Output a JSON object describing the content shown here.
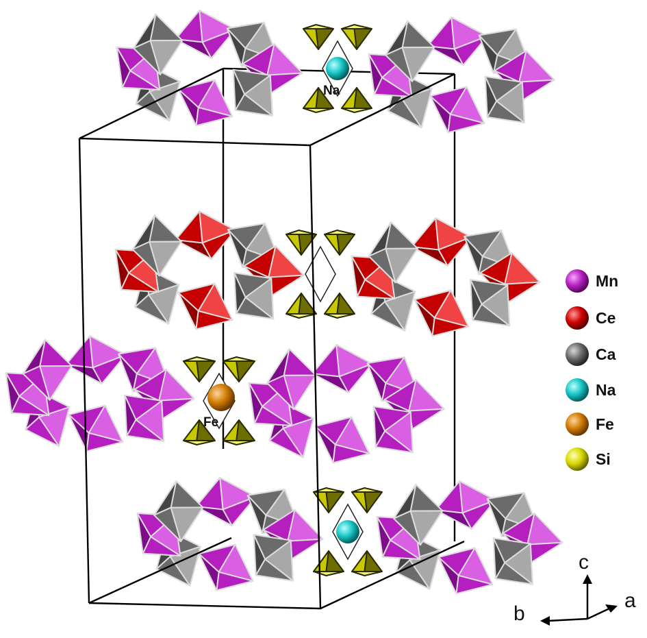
{
  "legend": [
    {
      "element": "Mn",
      "color": "#b020c8"
    },
    {
      "element": "Ce",
      "color": "#cc0000"
    },
    {
      "element": "Ca",
      "color": "#6a6a6a"
    },
    {
      "element": "Na",
      "color": "#17c4c4"
    },
    {
      "element": "Fe",
      "color": "#d07a00"
    },
    {
      "element": "Si",
      "color": "#d8d800"
    }
  ],
  "atom_labels": {
    "na": "Na",
    "fe": "Fe"
  },
  "axes": {
    "a": "a",
    "b": "b",
    "c": "c"
  },
  "colors": {
    "mn_face": "#b51fbf",
    "mn_dark": "#7e0c8a",
    "mn_light": "#d95fe3",
    "ce_face": "#c40000",
    "ce_dark": "#8e0000",
    "ce_light": "#f04444",
    "ca_face": "#6b6b6b",
    "ca_dark": "#444444",
    "ca_light": "#a8a8a8",
    "si_face": "#c8c800",
    "si_dark": "#6e6e00",
    "si_light": "#f2f27a",
    "na_atom": "#17c4c4",
    "fe_atom": "#d07a00"
  }
}
